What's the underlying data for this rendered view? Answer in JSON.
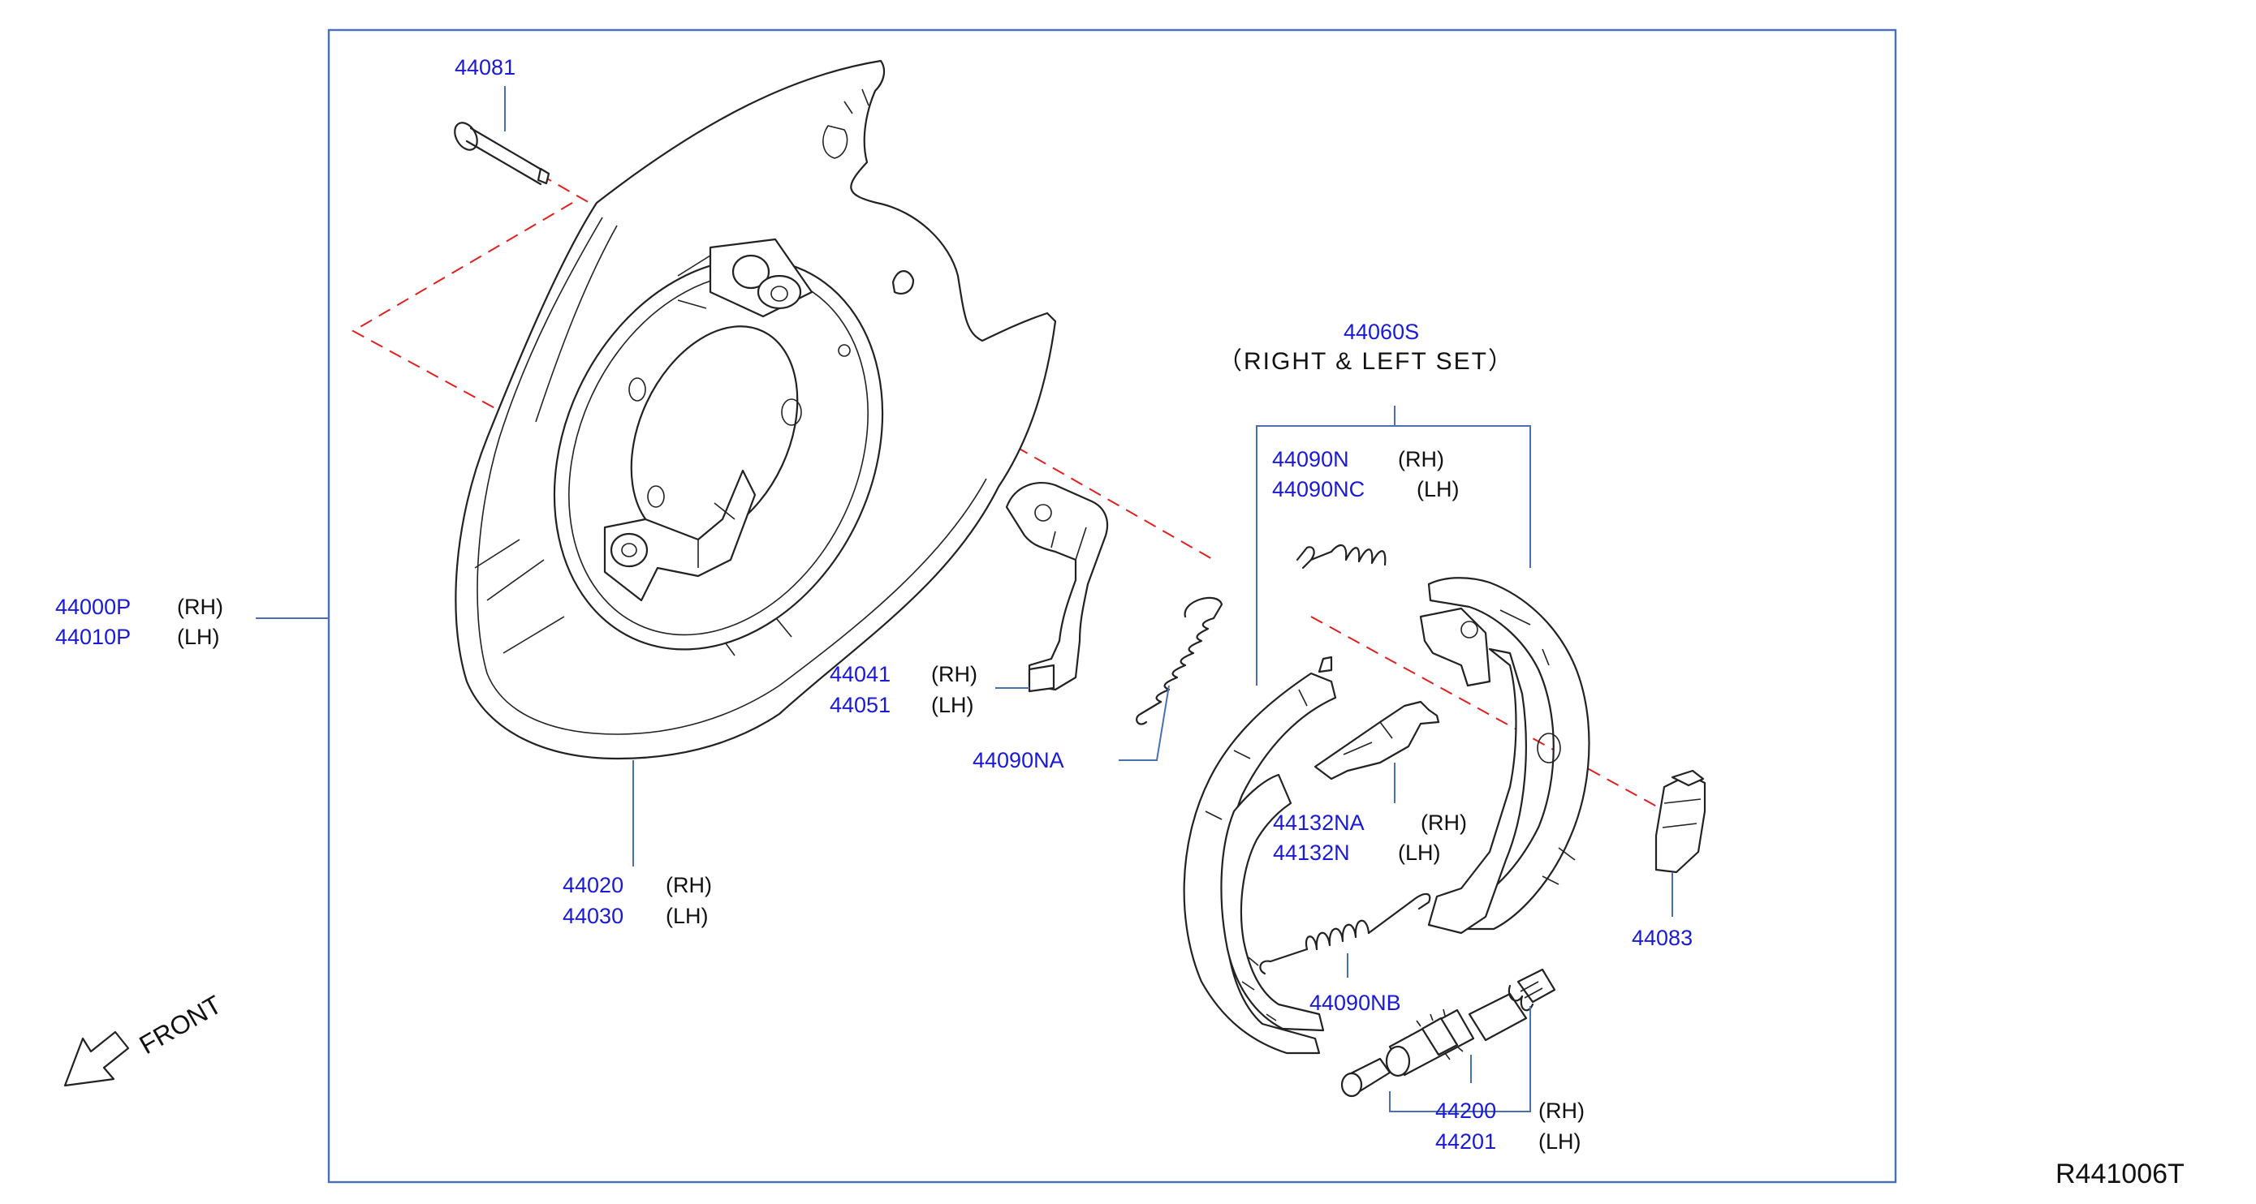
{
  "diagram_code": "R441006T",
  "front_label": "FRONT",
  "set_label": {
    "part_no": "44060S",
    "caption": "（RIGHT  &  LEFT  SET）"
  },
  "parts": {
    "p44081": {
      "no": "44081"
    },
    "p44000P": {
      "no": "44000P",
      "side": "(RH)"
    },
    "p44010P": {
      "no": "44010P",
      "side": "(LH)"
    },
    "p44020": {
      "no": "44020",
      "side": "(RH)"
    },
    "p44030": {
      "no": "44030",
      "side": "(LH)"
    },
    "p44041": {
      "no": "44041",
      "side": "(RH)"
    },
    "p44051": {
      "no": "44051",
      "side": "(LH)"
    },
    "p44090NA": {
      "no": "44090NA"
    },
    "p44090N": {
      "no": "44090N",
      "side": "(RH)"
    },
    "p44090NC": {
      "no": "44090NC",
      "side": "(LH)"
    },
    "p44132NA": {
      "no": "44132NA",
      "side": "(RH)"
    },
    "p44132N": {
      "no": "44132N",
      "side": "(LH)"
    },
    "p44090NB": {
      "no": "44090NB"
    },
    "p44083": {
      "no": "44083"
    },
    "p44200": {
      "no": "44200",
      "side": "(RH)"
    },
    "p44201": {
      "no": "44201",
      "side": "(LH)"
    }
  },
  "colors": {
    "part_number_text": "#1a1ad6",
    "leader_line": "#4a6fb3",
    "center_line": "#e02020",
    "drawing_line": "#222222"
  }
}
